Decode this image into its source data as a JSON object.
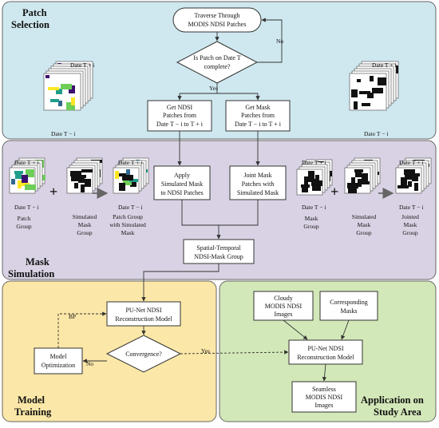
{
  "sections": {
    "patch_selection": {
      "title_line1": "Patch",
      "title_line2": "Selection"
    },
    "mask_simulation": {
      "title_line1": "Mask",
      "title_line2": "Simulation"
    },
    "model_training": {
      "title_line1": "Model",
      "title_line2": "Training"
    },
    "application": {
      "title_line1": "Application on",
      "title_line2": "Study Area"
    }
  },
  "nodes": {
    "traverse": [
      "Traverse Through",
      "MODIS NDSI Patches"
    ],
    "complete_check": [
      "Is Patch on Date T",
      "complete?"
    ],
    "get_ndsi": [
      "Get  NDSI",
      "Patches from",
      "Date T − i to T + i"
    ],
    "get_mask": [
      "Get  Mask",
      "Patches from",
      "Date T − i to T + i"
    ],
    "apply_mask": [
      "Apply",
      "Simulated Mask",
      "to NDSI Patches"
    ],
    "joint_mask": [
      "Joint  Mask",
      "Patches with",
      "Simulated Mask"
    ],
    "st_group": [
      "Spatial-Temporal",
      "NDSI-Mask Group"
    ],
    "punet_train": [
      "PU-Net NDSI",
      "Reconstruction Model"
    ],
    "convergence": [
      "Convergence?"
    ],
    "optimization": [
      "Model",
      "Optimization"
    ],
    "cloudy": [
      "Cloudy",
      "MODIS NDSI",
      "Images"
    ],
    "masks": [
      "Corresponding",
      "Masks"
    ],
    "punet_apply": [
      "PU-Net NDSI",
      "Reconstruction Model"
    ],
    "seamless": [
      "Seamless",
      "MODIS NDSI",
      "Images"
    ]
  },
  "edge_labels": {
    "no": "No",
    "yes": "Yes",
    "bp": "BP",
    "no2": "No",
    "yes2": "Yes"
  },
  "dates": {
    "top": "Date T + i",
    "bottom": "Date T − i"
  },
  "stack_labels": {
    "patch_group": [
      "Patch",
      "Group"
    ],
    "sim_mask_group": [
      "Simulated",
      "Mask",
      "Group"
    ],
    "patch_group_sim": [
      "Patch Group",
      "with Simulated",
      "Mask"
    ],
    "mask_group": [
      "Mask",
      "Group"
    ],
    "sim_mask_group2": [
      "Simulated",
      "Mask",
      "Group"
    ],
    "jointed_mask_group": [
      "Jointed",
      "Mask",
      "Group"
    ]
  },
  "colors": {
    "patch_selection_bg": "#cfe8ef",
    "mask_simulation_bg": "#d9d2e4",
    "model_training_bg": "#fbe7a7",
    "application_bg": "#d3e8b8",
    "box_fill": "#ffffff",
    "stroke": "#333333"
  }
}
